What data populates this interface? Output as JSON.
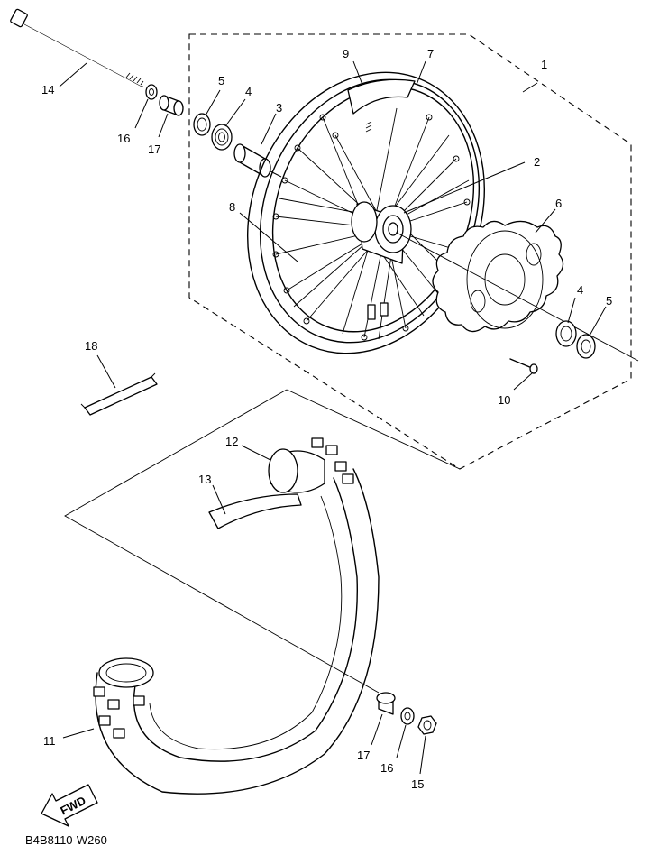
{
  "callouts": {
    "c1": "1",
    "c2": "2",
    "c3": "3",
    "c4a": "4",
    "c4b": "4",
    "c5a": "5",
    "c5b": "5",
    "c6": "6",
    "c7": "7",
    "c8": "8",
    "c9": "9",
    "c10": "10",
    "c11": "11",
    "c12": "12",
    "c13": "13",
    "c14": "14",
    "c15": "15",
    "c16a": "16",
    "c16b": "16",
    "c17a": "17",
    "c17b": "17",
    "c18": "18"
  },
  "fwd_label": "FWD",
  "diagram_code": "B4B8110-W260"
}
